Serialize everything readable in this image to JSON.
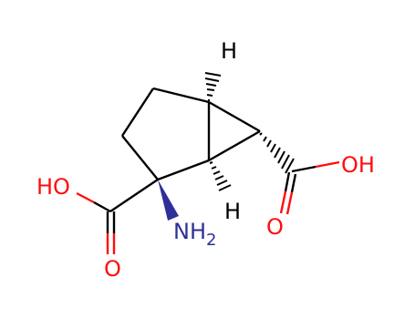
{
  "molecule": {
    "atoms": {
      "h_top": "H",
      "h_bottom": "H",
      "oh_right": "OH",
      "o_right": "O",
      "ho_left": "HO",
      "o_left": "O",
      "amine": "NH",
      "amine_subscript": "2"
    }
  },
  "colors": {
    "bond": "#000000",
    "hydrogen": "#000000",
    "oxygen": "#ff0d0d",
    "nitrogen": "#2f2f98"
  }
}
